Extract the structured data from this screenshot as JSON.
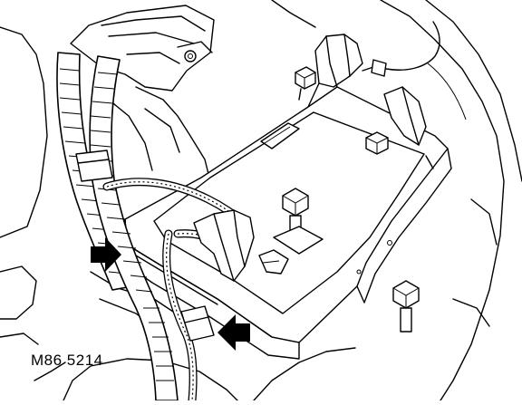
{
  "figure": {
    "reference_code": "M86 5214",
    "callouts": [
      {
        "icon": "arrow-right-icon",
        "points_to": "cable-clip-left"
      },
      {
        "icon": "arrow-left-icon",
        "points_to": "cable-clip-lower"
      }
    ]
  }
}
